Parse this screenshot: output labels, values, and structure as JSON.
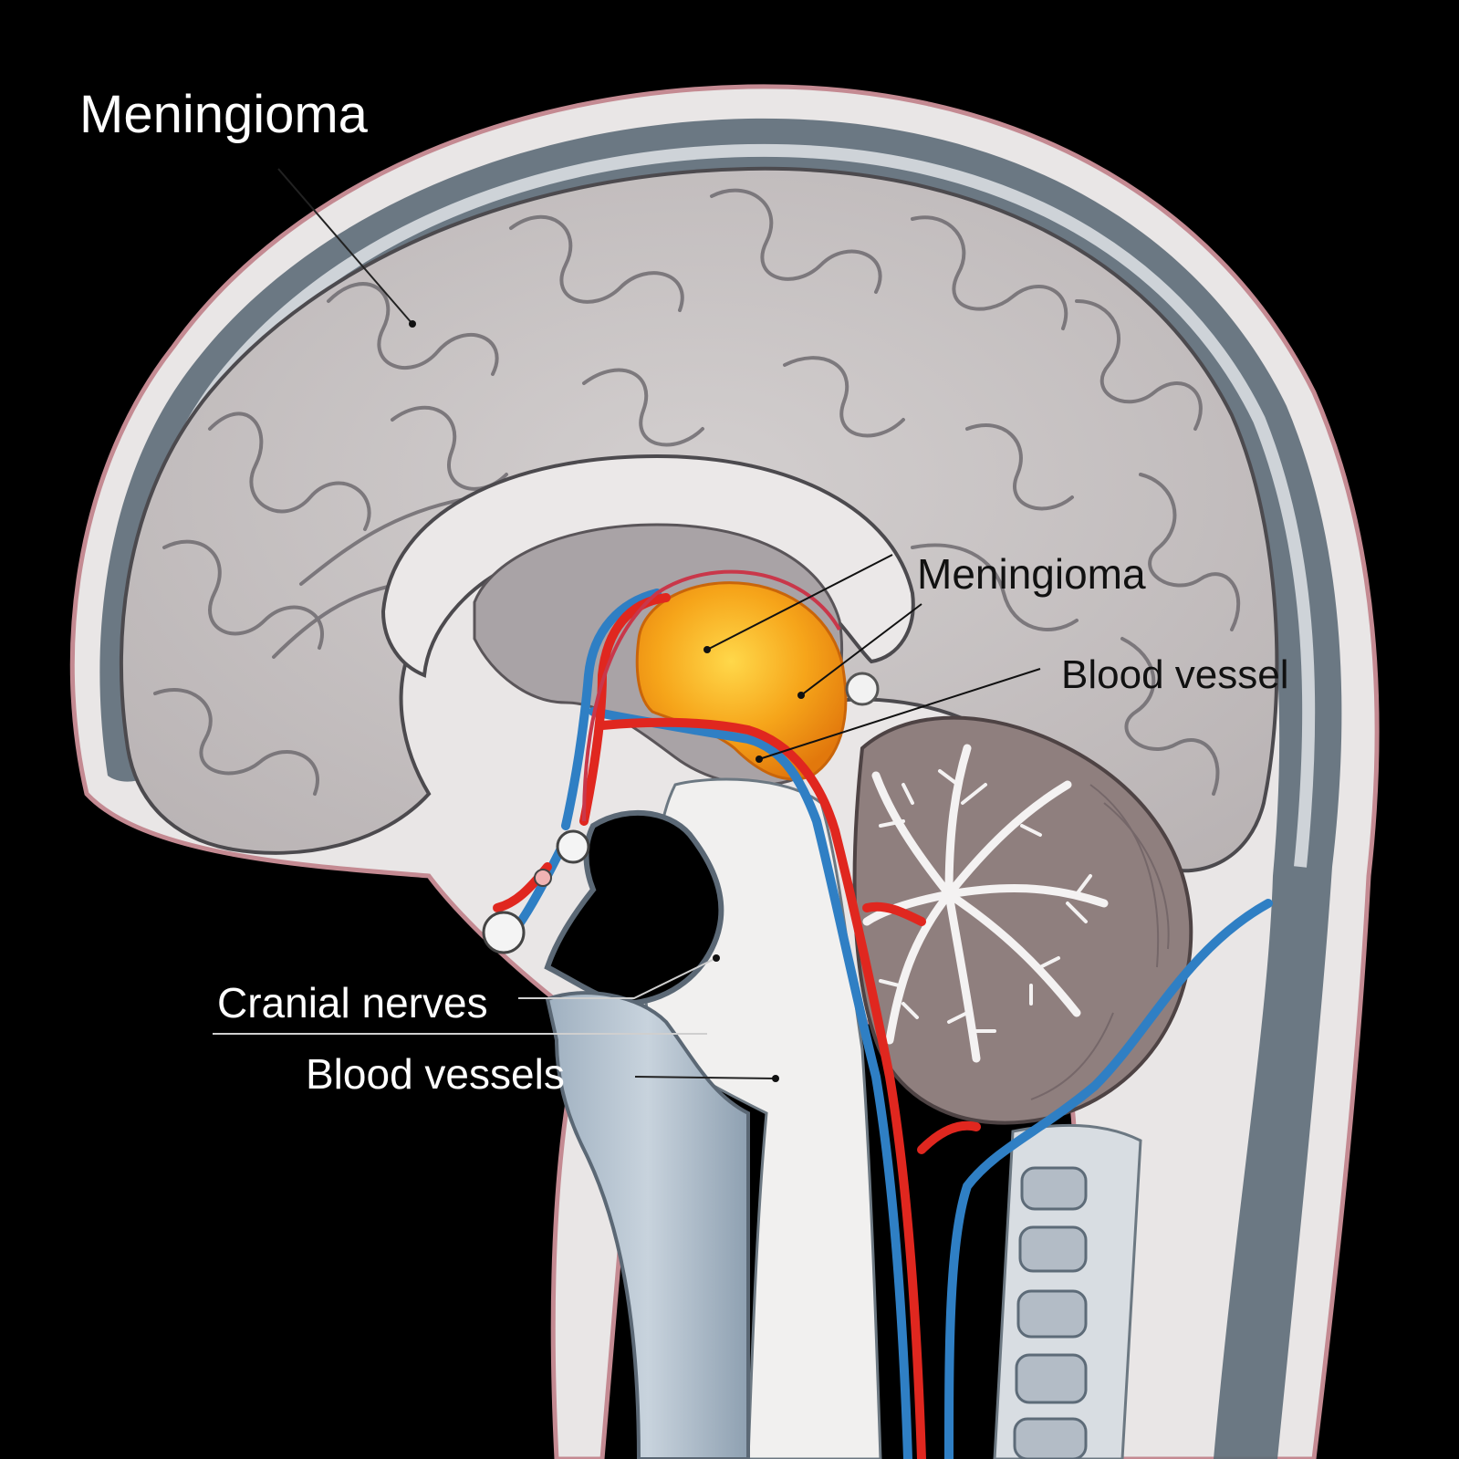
{
  "diagram": {
    "labels": {
      "meningioma_top": "Meningioma",
      "meningioma_mid": "Meningioma",
      "blood_vessel": "Blood vessel",
      "cranial_nerves": "Cranial nerves",
      "blood_vessels": "Blood vessels"
    },
    "colors": {
      "background": "#000000",
      "brain": "#c9c4c4",
      "skull_band": "#5d6b78",
      "skin_edge": "#c48a92",
      "tumor": "#f4a417",
      "artery": "#e0271f",
      "vein": "#2f7fc4",
      "cerebellum": "#8f7f7e"
    }
  }
}
